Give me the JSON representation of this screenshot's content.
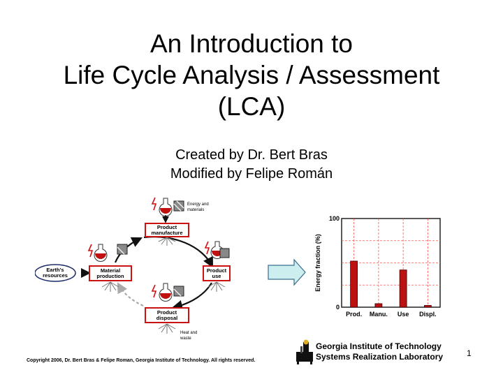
{
  "slide": {
    "title_line1": "An Introduction to",
    "title_line2": "Life Cycle Analysis / Assessment",
    "title_line3": "(LCA)",
    "created_by": "Created by Dr. Bert Bras",
    "modified_by": "Modified by Felipe Román",
    "page_number": "1",
    "copyright": "Copyright 2006, Dr. Bert Bras & Felipe Roman, Georgia Institute of Technology. All rights reserved."
  },
  "logo": {
    "line1": "Georgia Institute of Technology",
    "line2": "Systems Realization Laboratory"
  },
  "lifecycle": {
    "earth_line1": "Earth's",
    "earth_line2": "resources",
    "manufacture_line1": "Product",
    "manufacture_line2": "manufacture",
    "production_line1": "Material",
    "production_line2": "production",
    "use_line1": "Product",
    "use_line2": "use",
    "disposal_line1": "Product",
    "disposal_line2": "disposal",
    "energy_line1": "Energy and",
    "energy_line2": "materials",
    "heat_line1": "Heat and",
    "heat_line2": "waste"
  },
  "colors": {
    "stage_border": "#cc1111",
    "bar": "#bb1111",
    "grid": "#ff5555"
  },
  "chart_data": {
    "type": "bar",
    "categories": [
      "Prod.",
      "Manu.",
      "Use",
      "Displ."
    ],
    "values": [
      52,
      4,
      42,
      2
    ],
    "ylabel": "Energy fraction (%)",
    "ylim": [
      0,
      100
    ],
    "yticks": [
      0,
      100
    ],
    "grid": true
  }
}
